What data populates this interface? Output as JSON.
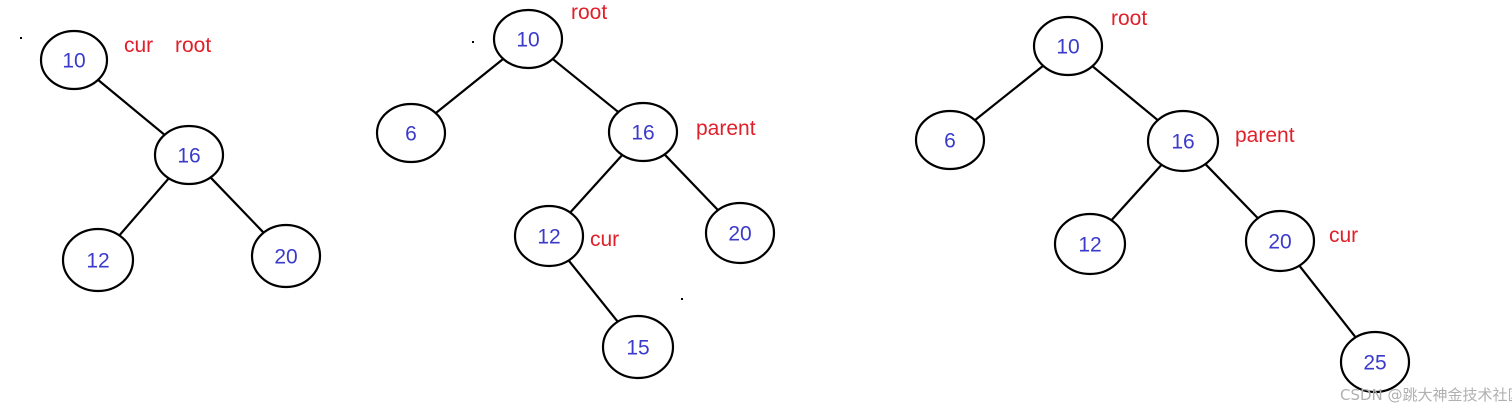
{
  "diagrams": [
    {
      "id": "tree-1",
      "nodes": [
        "10",
        "16",
        "12",
        "20"
      ],
      "edges": [
        [
          "10",
          "16"
        ],
        [
          "16",
          "12"
        ],
        [
          "16",
          "20"
        ]
      ],
      "labels": [
        "cur",
        "root"
      ]
    },
    {
      "id": "tree-2",
      "nodes": [
        "10",
        "6",
        "16",
        "12",
        "20",
        "15"
      ],
      "edges": [
        [
          "10",
          "6"
        ],
        [
          "10",
          "16"
        ],
        [
          "16",
          "12"
        ],
        [
          "16",
          "20"
        ],
        [
          "12",
          "15"
        ]
      ],
      "labels": [
        "root",
        "parent",
        "cur"
      ]
    },
    {
      "id": "tree-3",
      "nodes": [
        "10",
        "6",
        "16",
        "12",
        "20",
        "25"
      ],
      "edges": [
        [
          "10",
          "6"
        ],
        [
          "10",
          "16"
        ],
        [
          "16",
          "12"
        ],
        [
          "16",
          "20"
        ],
        [
          "20",
          "25"
        ]
      ],
      "labels": [
        "root",
        "parent",
        "cur"
      ]
    }
  ],
  "watermark": "CSDN @跳大神金技术社区"
}
